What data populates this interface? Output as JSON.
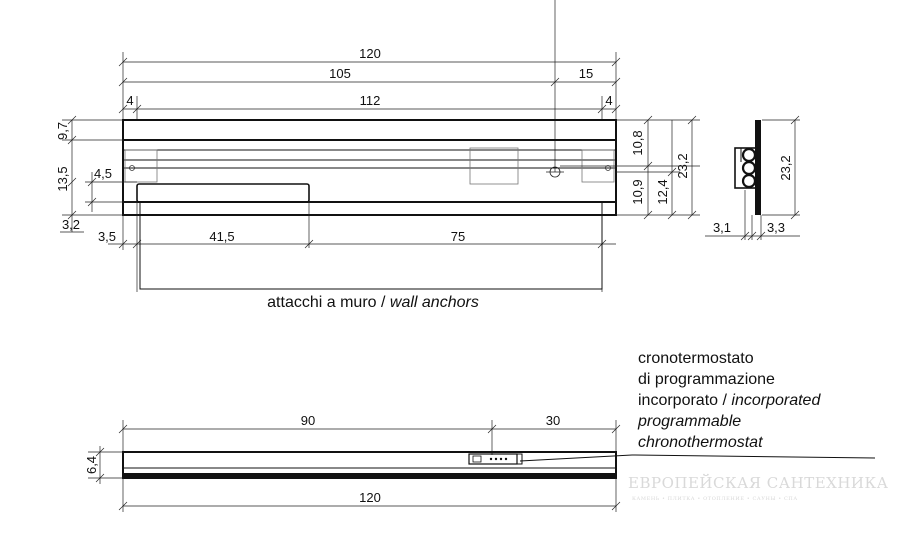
{
  "top_view": {
    "dims": {
      "overall_width": "120",
      "left_part": "105",
      "right_part": "15",
      "inner_width": "112",
      "left_inset": "4",
      "right_inset": "4",
      "top_band": "9,7",
      "hole_height": "4,5",
      "anchor_from_bottom": "13,5",
      "bottom_gap": "3,2",
      "left_edge": "3,5",
      "first_span": "41,5",
      "second_span": "75",
      "right_upper": "10,8",
      "right_height": "23,2",
      "right_lower": "10,9",
      "right_mid": "12,4"
    },
    "anchor_label_main": "attacchi a muro /",
    "anchor_label_en": "wall anchors"
  },
  "side_view": {
    "dims": {
      "height": "23,2",
      "left_depth": "3,1",
      "right_depth": "3,3"
    }
  },
  "bottom_view": {
    "dims": {
      "left_span": "90",
      "right_span": "30",
      "thickness": "6,4",
      "overall_width": "120"
    },
    "label_lines": [
      "cronotermostato",
      "di programmazione"
    ],
    "label_line3_it": "incorporato /",
    "label_line3_en": "incorporated",
    "label_en_lines": [
      "programmable",
      "chronothermostat"
    ]
  },
  "watermark": {
    "title": "ЕВРОПЕЙСКАЯ САНТЕХНИКА",
    "subtitle": "КАМЕНЬ • ПЛИТКА • ОТОПЛЕНИЕ • САУНЫ • СПА"
  }
}
